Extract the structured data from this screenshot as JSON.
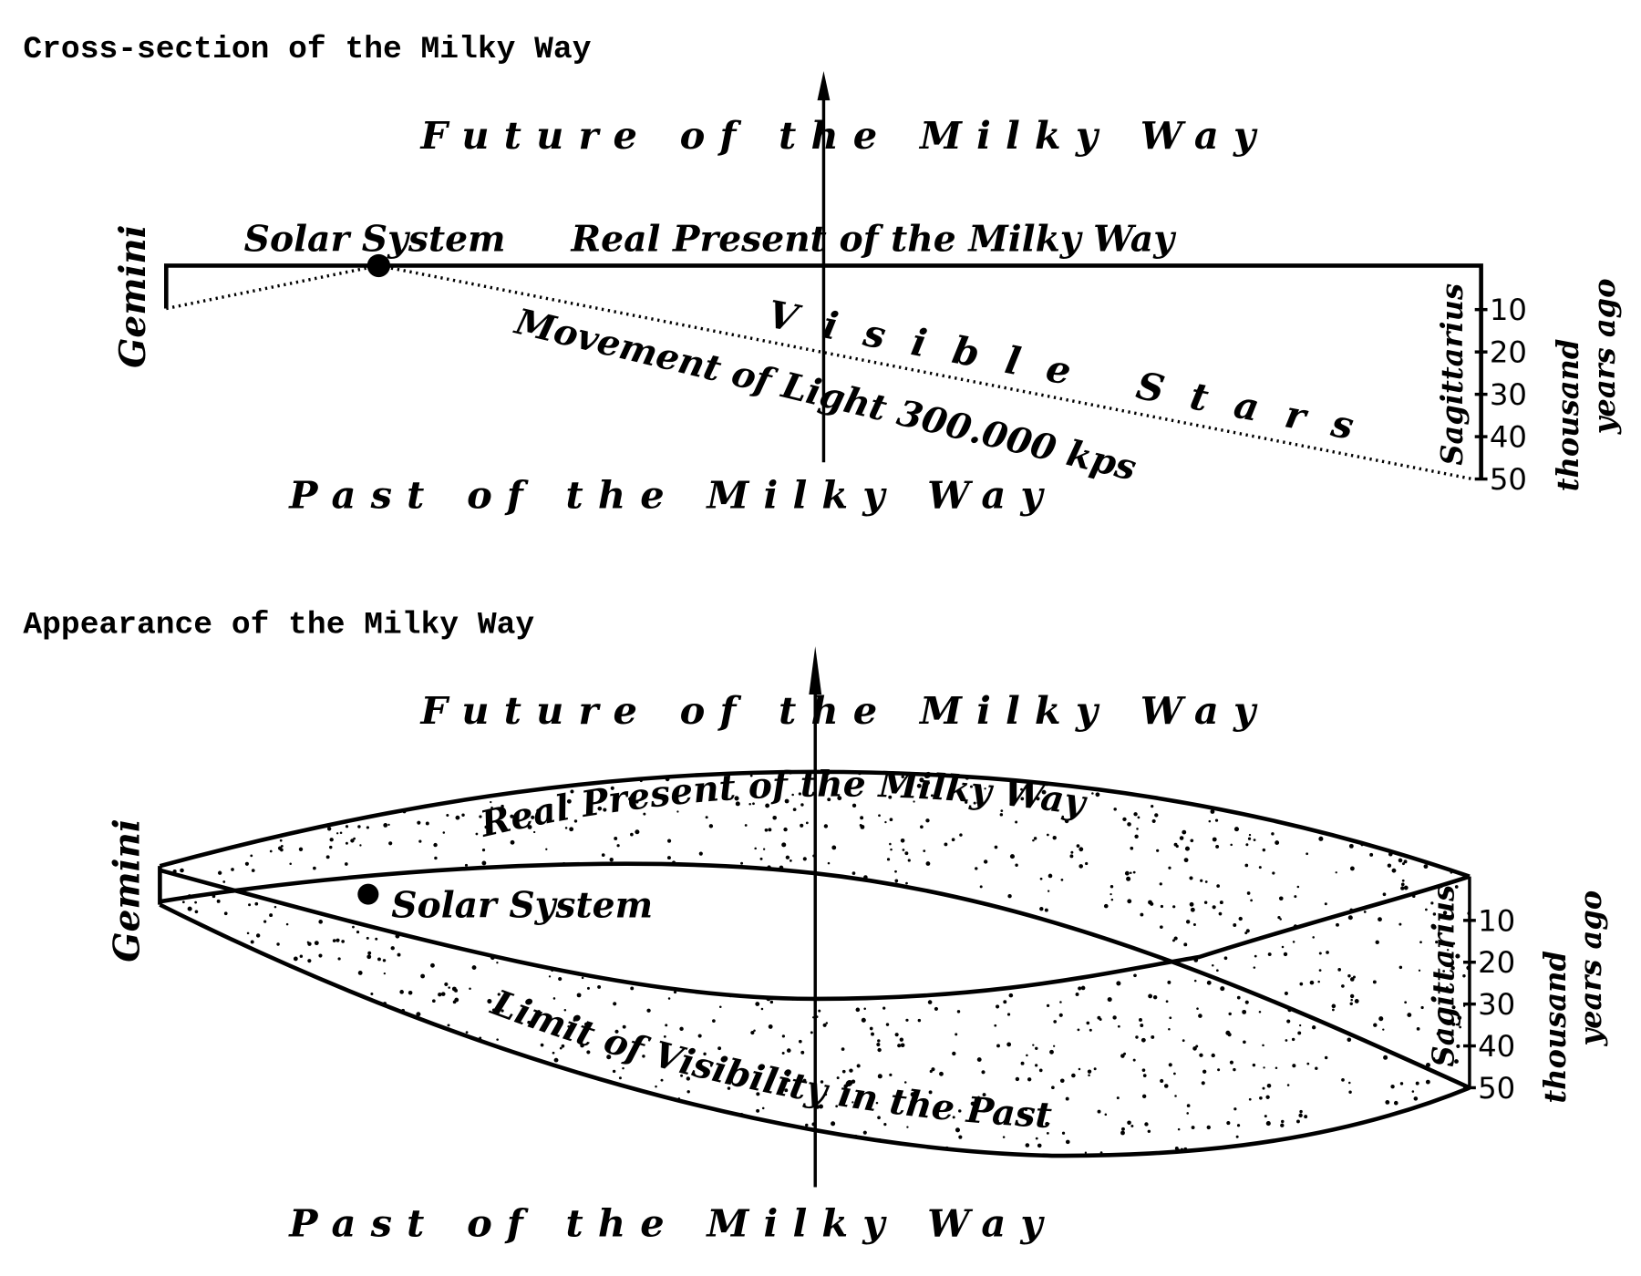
{
  "cross_section": {
    "title": "Cross-section of the Milky Way",
    "future": "Future of the Milky Way",
    "past": "Past of the Milky Way",
    "real_present": "Real Present of the Milky Way",
    "solar_system": "Solar System",
    "visible_stars": "Visible Stars",
    "movement": "Movement of Light 300.000 kps",
    "left_label": "Gemini",
    "right_label": "Sagittarius",
    "axis_unit_1": "thousand",
    "axis_unit_2": "years ago",
    "ticks": [
      "10",
      "20",
      "30",
      "40",
      "50"
    ]
  },
  "appearance": {
    "title": "Appearance of the Milky Way",
    "future": "Future of the Milky Way",
    "past": "Past of the Milky Way",
    "real_present": "Real Present of the Milky Way",
    "solar_system": "Solar System",
    "limit": "Limit of Visibility in the Past",
    "left_label": "Gemini",
    "right_label": "Sagittarius",
    "axis_unit_1": "thousand",
    "axis_unit_2": "years ago",
    "ticks": [
      "10",
      "20",
      "30",
      "40",
      "50"
    ]
  },
  "colors": {
    "ink": "#000000",
    "paper": "#ffffff"
  }
}
